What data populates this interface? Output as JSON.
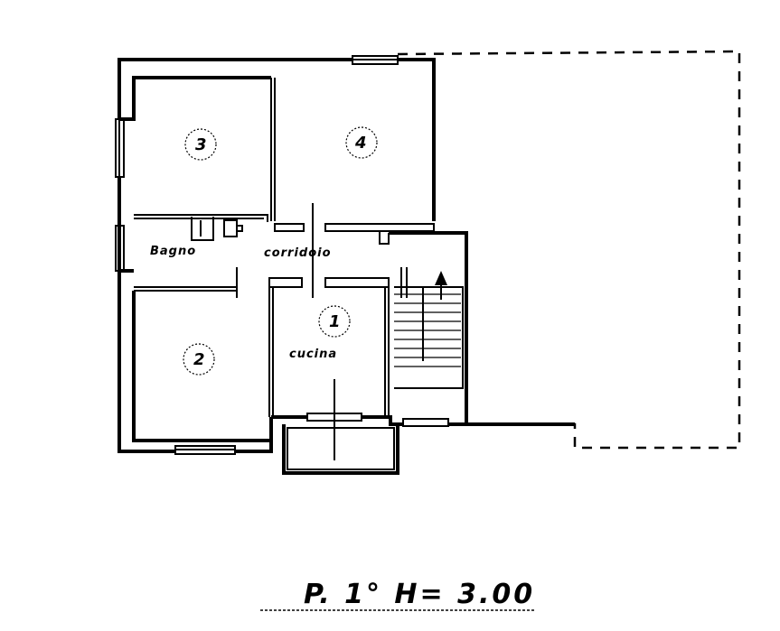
{
  "plan": {
    "caption": "P. 1° H= 3.00",
    "rooms": [
      {
        "id": "room-1",
        "number": "1",
        "name": "cucina"
      },
      {
        "id": "room-2",
        "number": "2",
        "name": ""
      },
      {
        "id": "room-3",
        "number": "3",
        "name": ""
      },
      {
        "id": "room-4",
        "number": "4",
        "name": ""
      }
    ],
    "labels": {
      "bathroom": "Bagno",
      "corridor": "corridoio"
    }
  }
}
